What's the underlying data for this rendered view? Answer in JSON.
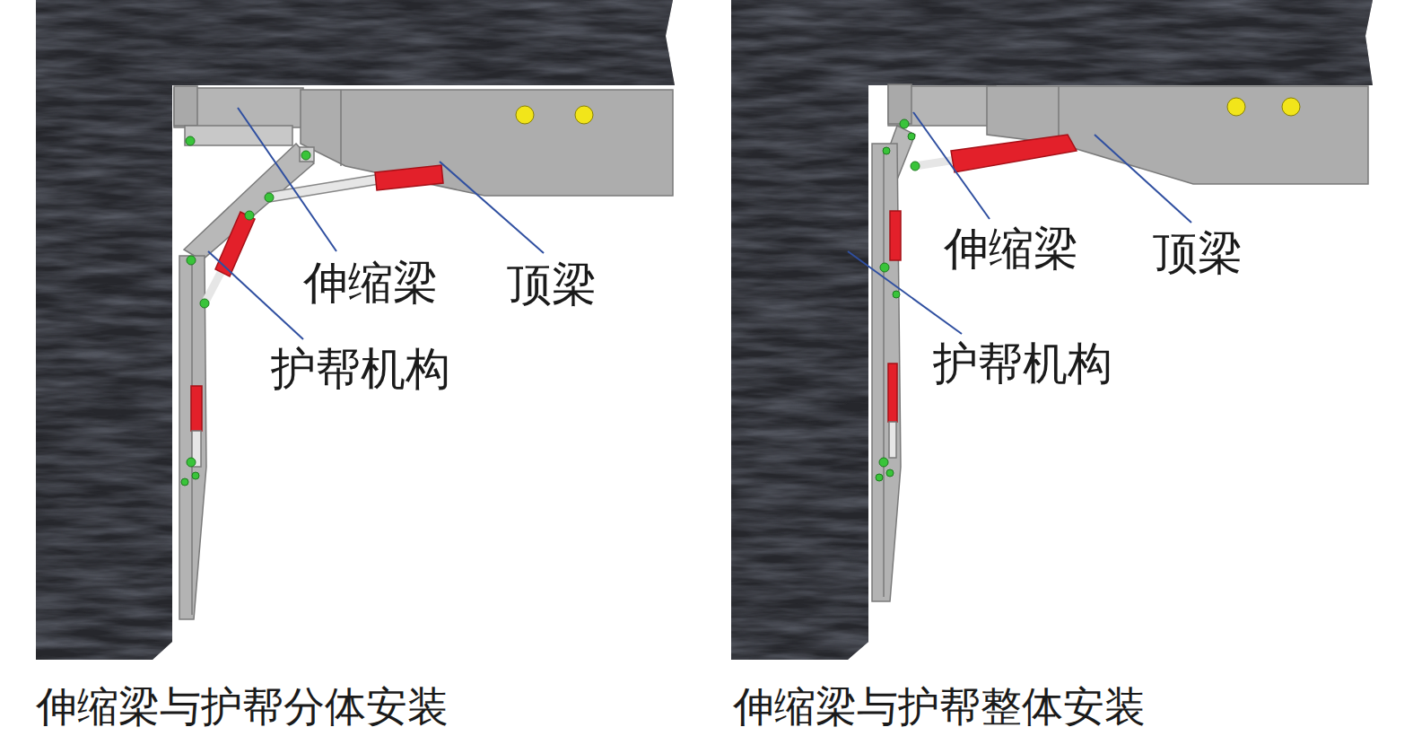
{
  "diagram": {
    "labels": [
      "伸缩梁",
      "顶梁",
      "护帮机构",
      "伸缩梁与护帮分体安装",
      "伸缩梁",
      "顶梁",
      "护帮机构",
      "伸缩梁与护帮整体安装"
    ]
  }
}
